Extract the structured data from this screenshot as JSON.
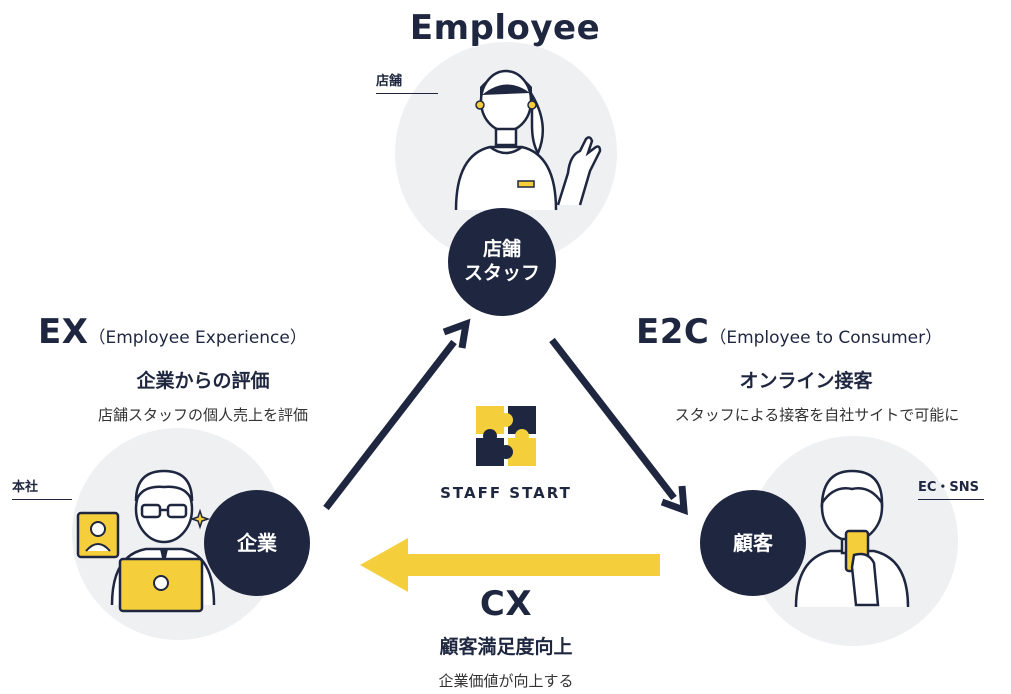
{
  "top": {
    "title": "Employee",
    "tag": "店舗",
    "badge_line1": "店舗",
    "badge_line2": "スタッフ"
  },
  "left": {
    "title": "EX",
    "title_sub": "（Employee Experience）",
    "subtitle": "企業からの評価",
    "description": "店舗スタッフの個人売上を評価",
    "tag": "本社",
    "badge": "企業"
  },
  "right": {
    "title": "E2C",
    "title_sub": "（Employee to Consumer）",
    "subtitle": "オンライン接客",
    "description": "スタッフによる接客を自社サイトで可能に",
    "tag": "EC・SNS",
    "badge": "顧客"
  },
  "bottom": {
    "title": "CX",
    "subtitle": "顧客満足度向上",
    "description": "企業価値が向上する"
  },
  "center": {
    "logo_text": "STAFF START"
  },
  "colors": {
    "navy": "#1f2740",
    "yellow": "#f5cf3b",
    "circle_bg": "#eff0f2"
  }
}
